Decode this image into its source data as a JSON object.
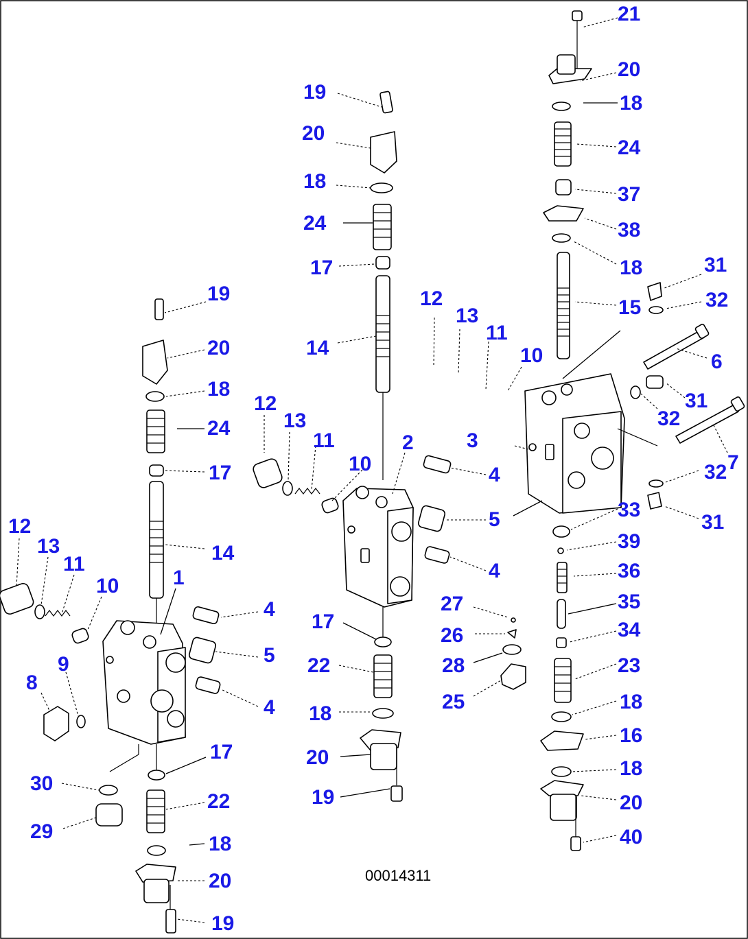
{
  "drawing_number": "00014311",
  "callout_color": "#1a1ae6",
  "callouts": [
    "21",
    "20",
    "18",
    "24",
    "37",
    "38",
    "18",
    "31",
    "32",
    "15",
    "6",
    "31",
    "32",
    "7",
    "32",
    "31",
    "33",
    "39",
    "36",
    "35",
    "34",
    "23",
    "18",
    "16",
    "18",
    "20",
    "40",
    "19",
    "20",
    "18",
    "24",
    "17",
    "14",
    "2",
    "12",
    "13",
    "11",
    "10",
    "12",
    "13",
    "11",
    "10",
    "3",
    "4",
    "5",
    "4",
    "17",
    "22",
    "18",
    "20",
    "19",
    "27",
    "26",
    "28",
    "25",
    "19",
    "20",
    "18",
    "24",
    "17",
    "14",
    "1",
    "12",
    "13",
    "11",
    "10",
    "4",
    "5",
    "4",
    "8",
    "9",
    "30",
    "29",
    "17",
    "22",
    "18",
    "20",
    "19"
  ]
}
